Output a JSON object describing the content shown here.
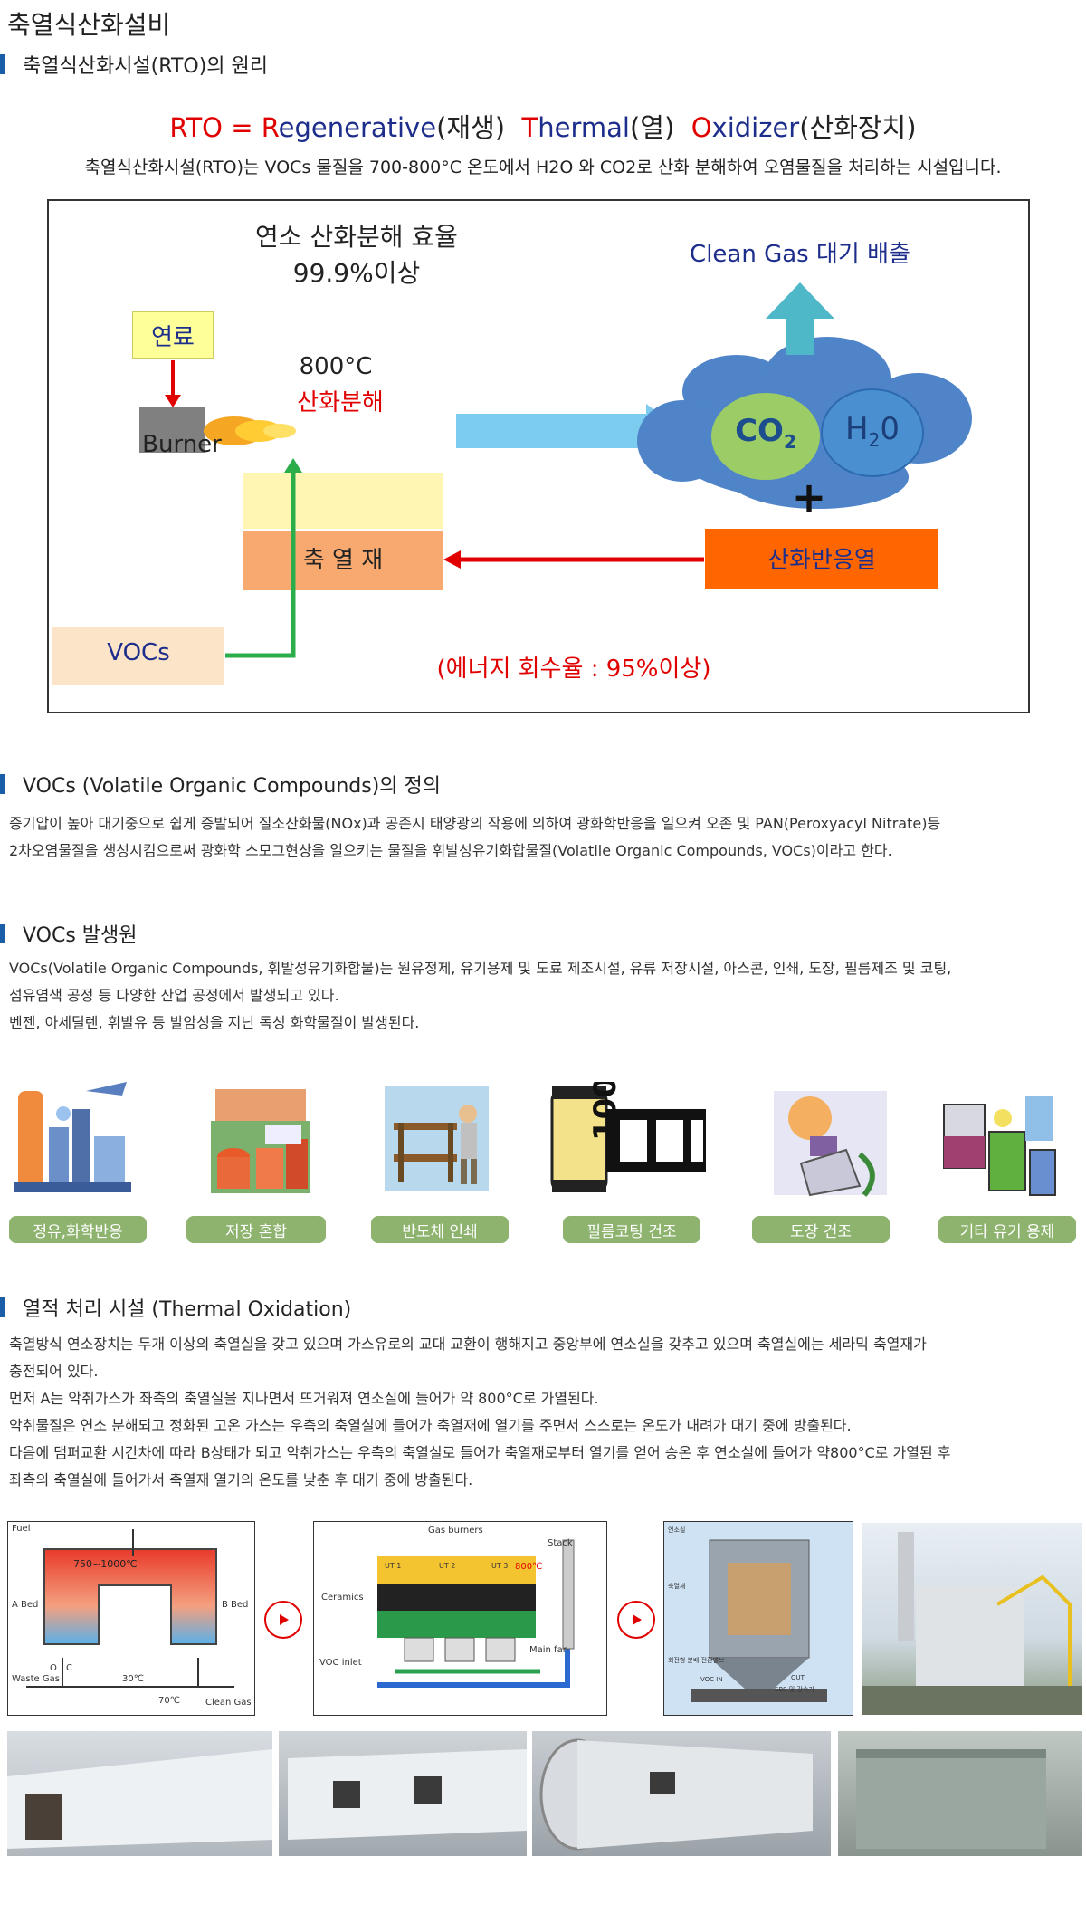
{
  "page_title": "축열식산화설비",
  "section1": {
    "heading": "축열식산화시설(RTO)의 원리",
    "formula": {
      "rto": "RTO",
      "eq": " = ",
      "r": "R",
      "r_rest": "egenerative",
      "r_ko": "(재생)",
      "t": "T",
      "t_rest": "hermal",
      "t_ko": "(열)",
      "o": "O",
      "o_rest": "xidizer",
      "o_ko": "(산화장치)"
    },
    "intro": "축열식산화시설(RTO)는 VOCs 물질을 700-800°C 온도에서 H2O 와 CO2로 산화 분해하여 오염물질을 처리하는 시설입니다.",
    "diagram": {
      "efficiency_line1": "연소 산화분해 효율",
      "efficiency_line2": "99.9%이상",
      "fuel": "연료",
      "burner": "Burner",
      "temp": "800°C",
      "decomposition": "산화분해",
      "clean_gas": "Clean Gas 대기 배출",
      "co2": "CO",
      "co2_sub": "2",
      "h2o_h": "H",
      "h2o_sub": "2",
      "h2o_o": "0",
      "plus": "+",
      "regen_material": "축 열 재",
      "oxidation_heat": "산화반응열",
      "vocs": "VOCs",
      "energy_recovery": "(에너지 회수율 : 95%이상)"
    }
  },
  "section2": {
    "heading": "VOCs (Volatile Organic Compounds)의 정의",
    "lines": [
      "증기압이 높아 대기중으로 쉽게 증발되어 질소산화물(NOx)과 공존시 태양광의 작용에 의하여 광화학반응을 일으켜 오존 및  PAN(Peroxyacyl Nitrate)등",
      "2차오염물질을 생성시킴으로써 광화학 스모그현상을 일으키는 물질을 휘발성유기화합물질(Volatile Organic Compounds, VOCs)이라고 한다."
    ]
  },
  "section3": {
    "heading": "VOCs 발생원",
    "lines": [
      "VOCs(Volatile Organic Compounds, 휘발성유기화합물)는 원유정제, 유기용제 및 도료 제조시설, 유류 저장시설, 아스콘, 인쇄,  도장, 필름제조 및 코팅,",
      "섬유염색 공정 등 다양한 산업 공정에서 발생되고 있다.",
      "벤젠, 아세틸렌, 휘발유 등 발암성을 지닌 독성 화학물질이 발생된다."
    ],
    "sources": [
      {
        "label": "정유,화학반응",
        "icon": "refinery-icon"
      },
      {
        "label": "저장 혼합",
        "icon": "storage-drums-icon"
      },
      {
        "label": "반도체 인쇄",
        "icon": "printing-press-icon"
      },
      {
        "label": "필름코팅 건조",
        "icon": "film-roll-icon"
      },
      {
        "label": "도장 건조",
        "icon": "spray-gun-icon"
      },
      {
        "label": "기타 유기 용제",
        "icon": "paint-cans-icon"
      }
    ]
  },
  "section4": {
    "heading": "열적 처리 시설 (Thermal Oxidation)",
    "lines": [
      "축열방식 연소장치는 두개 이상의 축열실을 갖고 있으며 가스유로의 교대 교환이 행해지고 중앙부에 연소실을 갖추고 있으며 축열실에는 세라믹 축열재가",
      "충전되어 있다.",
      "먼저 A는 악취가스가 좌측의 축열실을 지나면서 뜨거워져 연소실에 들어가 약 800°C로 가열된다.",
      "악취물질은 연소 분해되고 정화된 고온 가스는 우측의 축열실에 들어가 축열재에 열기를 주면서 스스로는 온도가 내려가 대기 중에 방출된다.",
      " 다음에 댐퍼교환 시간차에 따라 B상태가 되고 악취가스는 우측의 축열실로 들어가 축열재로부터 열기를 얻어 승온 후 연소실에 들어가 약800°C로 가열된 후",
      "좌측의 축열실에 들어가서 축열재 열기의 온도를 낮춘 후 대기 중에 방출된다."
    ],
    "schematic1": {
      "fuel": "Fuel",
      "temp_range": "750~1000℃",
      "a_bed": "A Bed",
      "b_bed": "B Bed",
      "waste_gas": "Waste Gas",
      "t30": "30℃",
      "t70": "70℃",
      "clean_gas": "Clean Gas",
      "valve_o": "O",
      "valve_c": "C"
    },
    "schematic2": {
      "gas_burners": "Gas burners",
      "stack": "Stack",
      "ceramics": "Ceramics",
      "voc_inlet": "VOC inlet",
      "main_fan": "Main fan",
      "t800": "800℃",
      "unit1": "UT 1",
      "unit2": "UT 2",
      "unit3": "UT 3"
    },
    "schematic3": {
      "burner": "연소실",
      "media": "축열재",
      "voc_in": "VOC IN",
      "out": "OUT",
      "valve": "회전형 분배 전환밸브",
      "fan": "SBS 및 감속기"
    }
  },
  "colors": {
    "accent_blue": "#1a5ea8",
    "red": "#e10000",
    "navy": "#1c2d8c",
    "pill_green": "#8db36e",
    "orange": "#ff6600"
  }
}
